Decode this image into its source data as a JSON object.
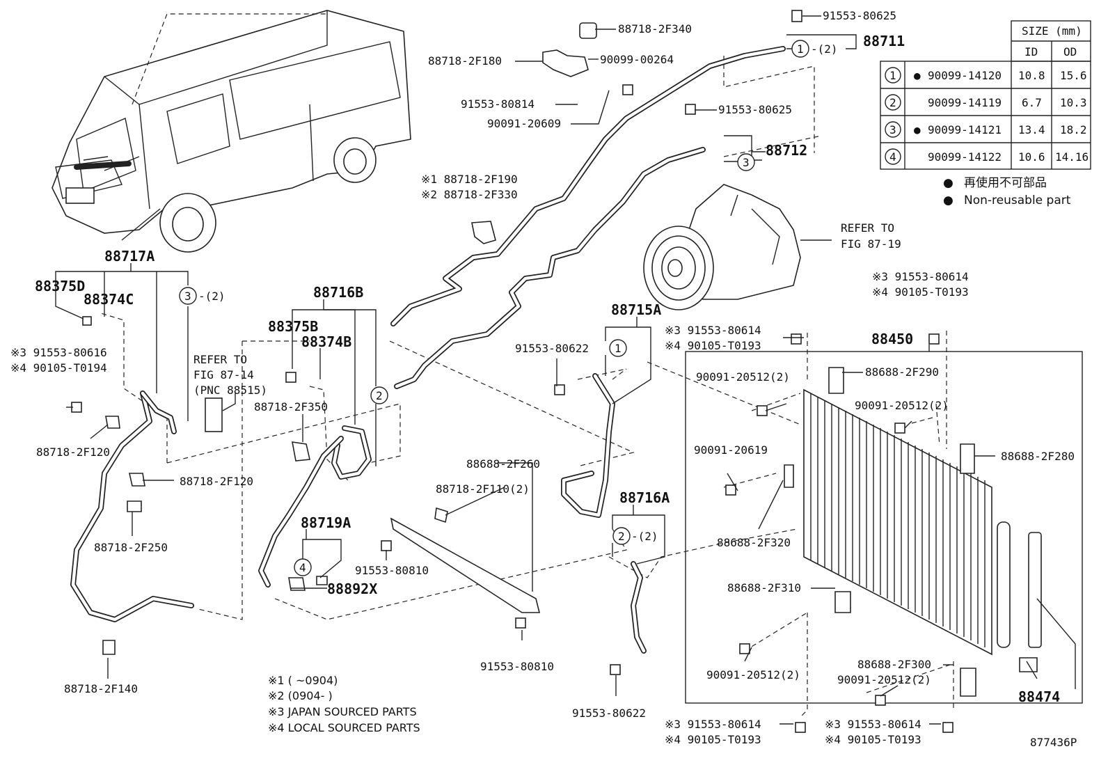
{
  "labels": {
    "p88711": "88711",
    "p88712": "88712",
    "p88717A": "88717A",
    "p88375D": "88375D",
    "p88374C": "88374C",
    "p88716B": "88716B",
    "p88375B": "88375B",
    "p88374B": "88374B",
    "p88715A": "88715A",
    "p88716A": "88716A",
    "p88719A": "88719A",
    "p88892X": "88892X",
    "p88450": "88450",
    "p88474": "88474",
    "p88718_2F340": "88718-2F340",
    "p88718_2F180": "88718-2F180",
    "p90099_00264": "90099-00264",
    "p91553_80814": "91553-80814",
    "p90091_20609": "90091-20609",
    "p91553_80625a": "91553-80625",
    "p91553_80625b": "91553-80625",
    "p88718_2F190": "※1 88718-2F190",
    "p88718_2F330": "※2 88718-2F330",
    "p91553_80616": "※3 91553-80616",
    "p90105_T0194": "※4 90105-T0194",
    "p88718_2F120a": "88718-2F120",
    "p88718_2F120b": "88718-2F120",
    "p88718_2F250": "88718-2F250",
    "p88718_2F140": "88718-2F140",
    "p88718_2F350": "88718-2F350",
    "p88688_2F260": "88688-2F260",
    "p88718_2F110": "88718-2F110(2)",
    "p91553_80810a": "91553-80810",
    "p91553_80810b": "91553-80810",
    "p91553_80622a": "91553-80622",
    "p91553_80622b": "91553-80622",
    "p91553_80614a": "※3 91553-80614",
    "p90105_T0193a": "※4 90105-T0193",
    "p91553_80614b": "※3 91553-80614",
    "p90105_T0193b": "※4 90105-T0193",
    "p91553_80614c": "※3 91553-80614",
    "p90105_T0193c": "※4 90105-T0193",
    "p91553_80614d": "※3 91553-80614",
    "p90105_T0193d": "※4 90105-T0193",
    "p90091_20512a": "90091-20512(2)",
    "p90091_20512b": "90091-20512(2)",
    "p90091_20512c": "90091-20512(2)",
    "p90091_20512d": "90091-20512(2)",
    "p88688_2F290": "88688-2F290",
    "p88688_2F280": "88688-2F280",
    "p90091_20619": "90091-20619",
    "p88688_2F320": "88688-2F320",
    "p88688_2F310": "88688-2F310",
    "p88688_2F300": "88688-2F300",
    "refer1_a": "REFER TO",
    "refer1_b": "FIG 87-19",
    "refer2_a": "REFER TO",
    "refer2_b": "FIG 87-14",
    "refer2_c": "(PNC 88515)",
    "qty2": "-(2)",
    "qty3": "-(2)",
    "qty2b": "-(2)",
    "c1": "1",
    "c2": "2",
    "c3": "3",
    "c4": "4",
    "c1b": "1",
    "c2b": "2",
    "c3b": "3",
    "c2c": "2",
    "c4b": "4",
    "figno": "877436P"
  },
  "notes": [
    "※1 (      ~0904)",
    "※2 (0904-      )",
    "※3 JAPAN SOURCED PARTS",
    "※4 LOCAL SOURCED PARTS"
  ],
  "size_table": {
    "header": "SIZE (mm)",
    "col_id": "ID",
    "col_od": "OD",
    "rows": [
      {
        "no": "1",
        "mark": "●",
        "part": "90099-14120",
        "id": "10.8",
        "od": "15.6"
      },
      {
        "no": "2",
        "mark": "",
        "part": "90099-14119",
        "id": "6.7",
        "od": "10.3"
      },
      {
        "no": "3",
        "mark": "●",
        "part": "90099-14121",
        "id": "13.4",
        "od": "18.2"
      },
      {
        "no": "4",
        "mark": "",
        "part": "90099-14122",
        "id": "10.6",
        "od": "14.16"
      }
    ]
  },
  "legend": {
    "jp": "再使用不可部品",
    "en": "Non-reusable part",
    "symbol": "●"
  }
}
